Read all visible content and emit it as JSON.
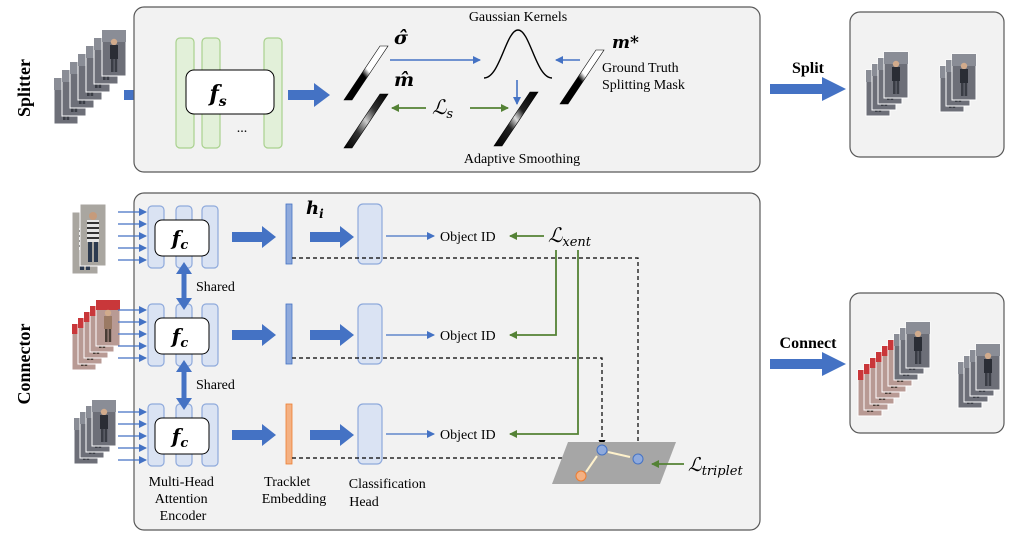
{
  "splitter": {
    "row_label": "Splitter",
    "encoder": "f",
    "encoder_sub": "s",
    "ellipsis": "...",
    "sigma_hat": "σ̂",
    "m_hat": "m̂",
    "kernel_title": "Gaussian Kernels",
    "m_star": "m*",
    "gt_line1": "Ground Truth",
    "gt_line2": "Splitting Mask",
    "loss": "ℒ",
    "loss_sub": "s",
    "adaptive": "Adaptive Smoothing",
    "out_label": "Split"
  },
  "connector": {
    "row_label": "Connector",
    "encoder": "f",
    "encoder_sub": "c",
    "shared": "Shared",
    "h_label": "h",
    "h_sub": "i",
    "object_id": "Object ID",
    "loss_xent": "ℒ",
    "loss_xent_sub": "xent",
    "loss_triplet": "ℒ",
    "loss_triplet_sub": "triplet",
    "enc_caption": [
      "Multi-Head",
      "Attention",
      "Encoder"
    ],
    "emb_caption": [
      "Tracklet",
      "Embedding"
    ],
    "head_caption": [
      "Classification",
      "Head"
    ],
    "out_label": "Connect"
  },
  "colors": {
    "blue_arrow": "#4472C4",
    "green_arrow": "#548235",
    "panel_fill": "#F2F2F2",
    "encoder_green": "#E2F0D9",
    "encoder_blue": "#DAE3F3",
    "embed_blue": "#8FAADC",
    "embed_orange": "#F4B183",
    "triplet_plane": "#A6A6A6"
  }
}
